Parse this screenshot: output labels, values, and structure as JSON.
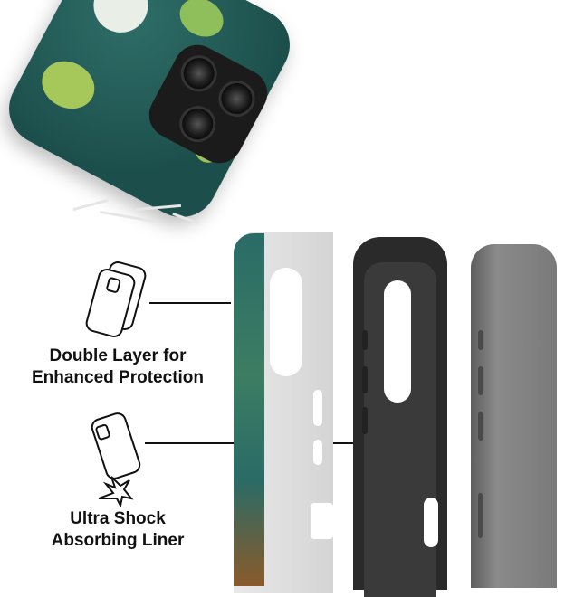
{
  "features": [
    {
      "icon": "double-case-icon",
      "label_line1": "Double Layer for",
      "label_line2": "Enhanced Protection"
    },
    {
      "icon": "shock-phone-icon",
      "label_line1": "Ultra Shock",
      "label_line2": "Absorbing Liner"
    }
  ],
  "colors": {
    "case_teal": "#2a6b66",
    "liner": "#2a2a2a",
    "phone": "#7a7a7a"
  }
}
